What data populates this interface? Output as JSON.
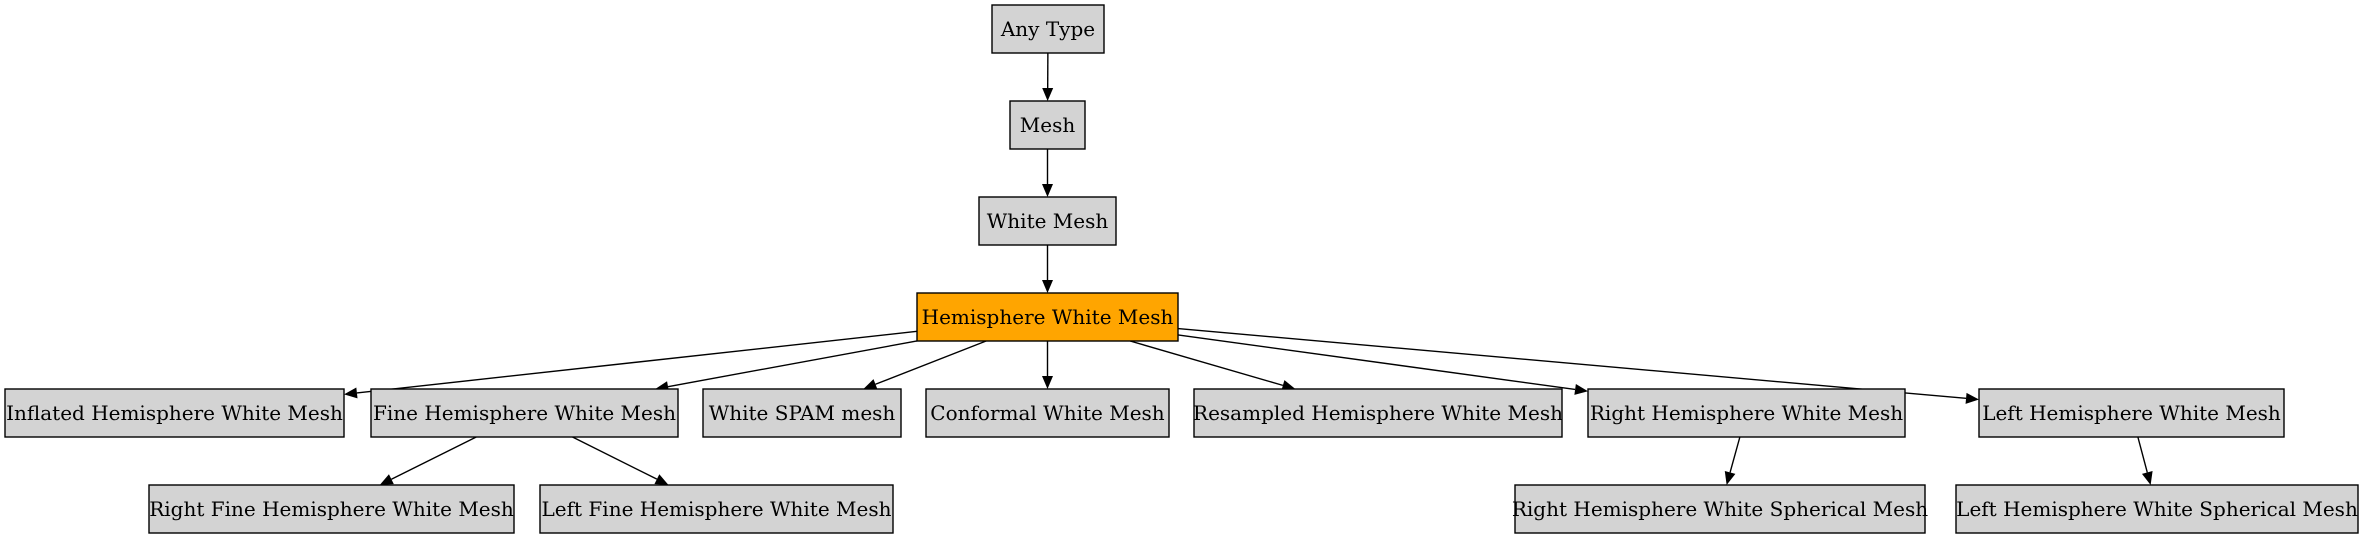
{
  "colors": {
    "node_fill": "#d3d3d3",
    "highlight_fill": "#ffa500",
    "stroke": "#000000"
  },
  "nodes": [
    {
      "id": "any-type",
      "label": "Any Type",
      "highlight": false
    },
    {
      "id": "mesh",
      "label": "Mesh",
      "highlight": false
    },
    {
      "id": "white-mesh",
      "label": "White Mesh",
      "highlight": false
    },
    {
      "id": "hemisphere-white-mesh",
      "label": "Hemisphere White Mesh",
      "highlight": true
    },
    {
      "id": "inflated-hemisphere-white-mesh",
      "label": "Inflated Hemisphere White Mesh",
      "highlight": false
    },
    {
      "id": "fine-hemisphere-white-mesh",
      "label": "Fine Hemisphere White Mesh",
      "highlight": false
    },
    {
      "id": "white-spam-mesh",
      "label": "White SPAM mesh",
      "highlight": false
    },
    {
      "id": "conformal-white-mesh",
      "label": "Conformal White Mesh",
      "highlight": false
    },
    {
      "id": "resampled-hemisphere-white-mesh",
      "label": "Resampled Hemisphere White Mesh",
      "highlight": false
    },
    {
      "id": "right-hemisphere-white-mesh",
      "label": "Right Hemisphere White Mesh",
      "highlight": false
    },
    {
      "id": "left-hemisphere-white-mesh",
      "label": "Left Hemisphere White Mesh",
      "highlight": false
    },
    {
      "id": "right-fine-hemisphere-white-mesh",
      "label": "Right Fine Hemisphere White Mesh",
      "highlight": false
    },
    {
      "id": "left-fine-hemisphere-white-mesh",
      "label": "Left Fine Hemisphere White Mesh",
      "highlight": false
    },
    {
      "id": "right-hemisphere-white-spherical-mesh",
      "label": "Right Hemisphere White Spherical Mesh",
      "highlight": false
    },
    {
      "id": "left-hemisphere-white-spherical-mesh",
      "label": "Left Hemisphere White Spherical Mesh",
      "highlight": false
    }
  ],
  "edges": [
    {
      "from": "any-type",
      "to": "mesh"
    },
    {
      "from": "mesh",
      "to": "white-mesh"
    },
    {
      "from": "white-mesh",
      "to": "hemisphere-white-mesh"
    },
    {
      "from": "hemisphere-white-mesh",
      "to": "inflated-hemisphere-white-mesh"
    },
    {
      "from": "hemisphere-white-mesh",
      "to": "fine-hemisphere-white-mesh"
    },
    {
      "from": "hemisphere-white-mesh",
      "to": "white-spam-mesh"
    },
    {
      "from": "hemisphere-white-mesh",
      "to": "conformal-white-mesh"
    },
    {
      "from": "hemisphere-white-mesh",
      "to": "resampled-hemisphere-white-mesh"
    },
    {
      "from": "hemisphere-white-mesh",
      "to": "right-hemisphere-white-mesh"
    },
    {
      "from": "hemisphere-white-mesh",
      "to": "left-hemisphere-white-mesh"
    },
    {
      "from": "fine-hemisphere-white-mesh",
      "to": "right-fine-hemisphere-white-mesh"
    },
    {
      "from": "fine-hemisphere-white-mesh",
      "to": "left-fine-hemisphere-white-mesh"
    },
    {
      "from": "right-hemisphere-white-mesh",
      "to": "right-hemisphere-white-spherical-mesh"
    },
    {
      "from": "left-hemisphere-white-mesh",
      "to": "left-hemisphere-white-spherical-mesh"
    }
  ]
}
